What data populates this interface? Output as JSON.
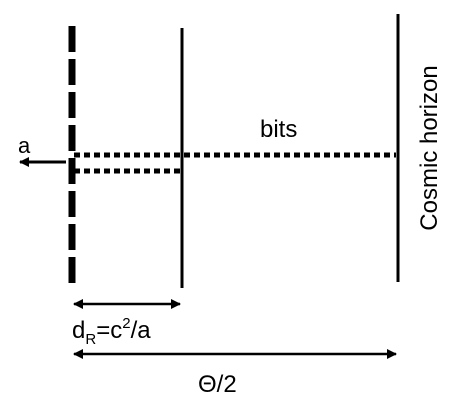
{
  "diagram": {
    "labels": {
      "acceleration": "a",
      "bits": "bits",
      "cosmic_horizon": "Cosmic horizon",
      "rindler_distance": {
        "d": "d",
        "sub": "R",
        "eq": "=c",
        "sup": "2",
        "tail": "/a"
      },
      "theta_half": "Θ/2"
    },
    "colors": {
      "line": "#000000",
      "background": "#ffffff"
    }
  }
}
